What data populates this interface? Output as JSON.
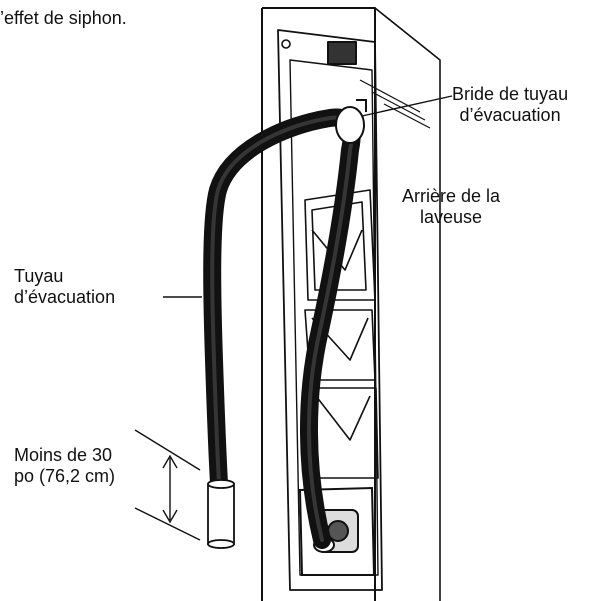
{
  "caption_fragment": "’effet de siphon.",
  "labels": {
    "hose_clamp": [
      "Bride de tuyau",
      "d’évacuation"
    ],
    "washer_back": [
      "Arrière de la",
      "laveuse"
    ],
    "drain_hose": [
      "Tuyau",
      "d’évacuation"
    ],
    "height_limit": [
      "Moins de 30",
      "po (76,2 cm)"
    ]
  },
  "colors": {
    "ink": "#111111",
    "hose": "#111111",
    "background": "#ffffff",
    "standpipe": "#ffffff"
  }
}
